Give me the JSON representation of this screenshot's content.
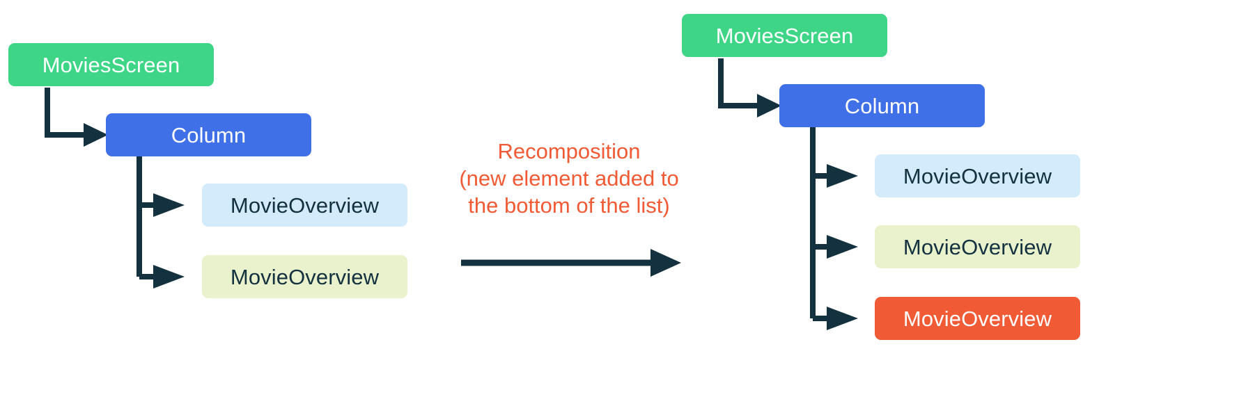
{
  "diagram": {
    "title_text": "",
    "colors": {
      "screen_green": "#3ed686",
      "column_blue": "#4070e8",
      "overview_light_blue": "#d3ebfb",
      "overview_lime": "#e9f2cd",
      "overview_orange": "#f05a34",
      "connector_dark": "#13313f",
      "label_orange": "#f05a34",
      "background": "#ffffff"
    },
    "before": {
      "root": {
        "label": "MoviesScreen",
        "style": "green"
      },
      "container": {
        "label": "Column",
        "style": "blue"
      },
      "children": [
        {
          "label": "MovieOverview",
          "style": "light-blue"
        },
        {
          "label": "MovieOverview",
          "style": "lime"
        }
      ]
    },
    "transition": {
      "lines": [
        "Recomposition",
        "(new element added to",
        "the bottom of the list)"
      ],
      "arrow": "right-arrow"
    },
    "after": {
      "root": {
        "label": "MoviesScreen",
        "style": "green"
      },
      "container": {
        "label": "Column",
        "style": "blue"
      },
      "children": [
        {
          "label": "MovieOverview",
          "style": "light-blue"
        },
        {
          "label": "MovieOverview",
          "style": "lime"
        },
        {
          "label": "MovieOverview",
          "style": "orange"
        }
      ]
    }
  }
}
